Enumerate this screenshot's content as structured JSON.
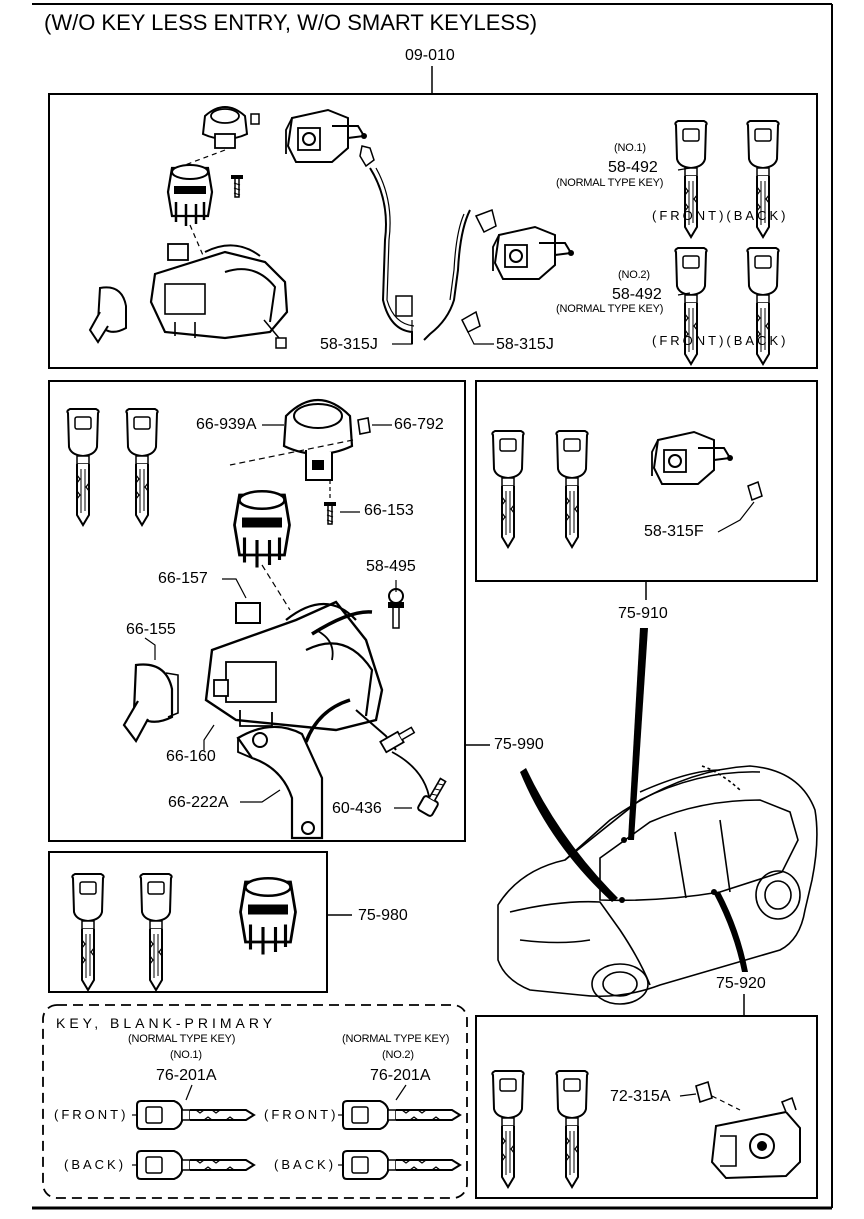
{
  "title": "(W/O KEY LESS ENTRY, W/O SMART KEYLESS)",
  "panels": {
    "top": {
      "assembly": "09-010",
      "key1": {
        "no": "(NO.1)",
        "part": "58-492",
        "type": "(NORMAL TYPE KEY)",
        "sides": "(FRONT)(BACK)"
      },
      "key2": {
        "no": "(NO.2)",
        "part": "58-492",
        "type": "(NORMAL TYPE KEY)",
        "sides": "(FRONT)(BACK)"
      },
      "rod_left": "58-315J",
      "rod_right": "58-315J"
    },
    "steering_lock": {
      "assembly": "75-990",
      "parts": [
        "66-939A",
        "66-792",
        "66-153",
        "58-495",
        "66-157",
        "66-155",
        "66-160",
        "66-222A",
        "60-436"
      ]
    },
    "door_lock_front": {
      "assembly": "75-910",
      "rod": "58-315F"
    },
    "cylinder_set": {
      "assembly": "75-980"
    },
    "rear_door": {
      "assembly": "75-920",
      "clip": "72-315A"
    },
    "blank_keys": {
      "heading": "KEY, BLANK-PRIMARY",
      "key1": {
        "type": "(NORMAL TYPE KEY)",
        "no": "(NO.1)",
        "part": "76-201A",
        "front": "(FRONT)",
        "back": "(BACK)"
      },
      "key2": {
        "type": "(NORMAL TYPE KEY)",
        "no": "(NO.2)",
        "part": "76-201A",
        "front": "(FRONT)",
        "back": "(BACK)"
      }
    }
  }
}
